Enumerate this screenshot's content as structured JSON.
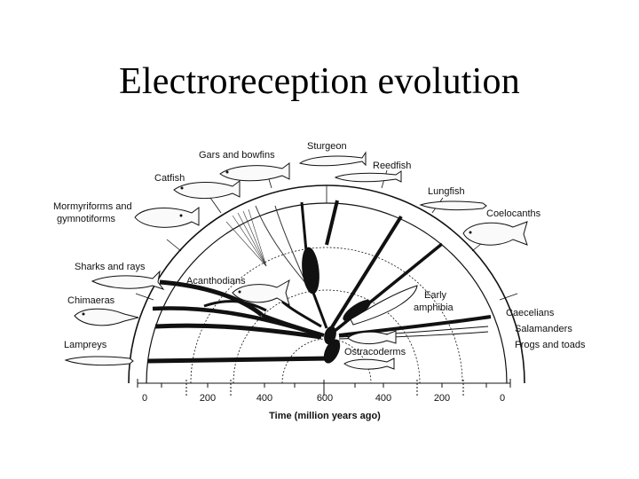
{
  "title": "Electroreception evolution",
  "taxa": {
    "sturgeon": "Sturgeon",
    "gars_and_bowfins": "Gars and bowfins",
    "reedfish": "Reedfish",
    "catfish": "Catfish",
    "lungfish": "Lungfish",
    "mormyriforms_line1": "Mormyriforms and",
    "mormyriforms_line2": "gymnotiforms",
    "coelocanths": "Coelocanths",
    "sharks_and_rays": "Sharks and rays",
    "acanthodians": "Acanthodians",
    "early_amphibia_line1": "Early",
    "early_amphibia_line2": "amphibia",
    "chimaeras": "Chimaeras",
    "caecelians": "Caecelians",
    "salamanders": "Salamanders",
    "frogs_and_toads": "Frogs and toads",
    "lampreys": "Lampreys",
    "ostracoderms": "Ostracoderms"
  },
  "axis": {
    "ticks": [
      "0",
      "200",
      "400",
      "600",
      "400",
      "200",
      "0"
    ],
    "label": "Time (million years ago)"
  }
}
